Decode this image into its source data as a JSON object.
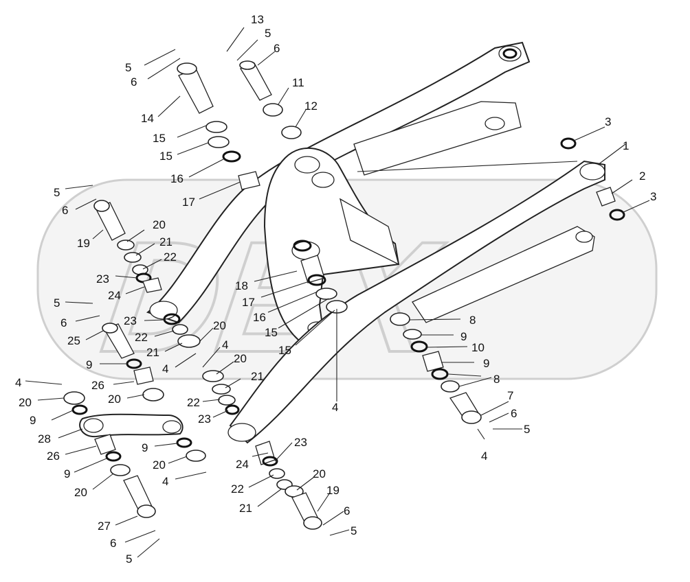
{
  "watermark": {
    "text": "DEX"
  },
  "callouts": [
    {
      "label": "5"
    },
    {
      "label": "6"
    },
    {
      "label": "13"
    },
    {
      "label": "5"
    },
    {
      "label": "6"
    },
    {
      "label": "11"
    },
    {
      "label": "12"
    },
    {
      "label": "14"
    },
    {
      "label": "15"
    },
    {
      "label": "15"
    },
    {
      "label": "16"
    },
    {
      "label": "17"
    },
    {
      "label": "3"
    },
    {
      "label": "1"
    },
    {
      "label": "2"
    },
    {
      "label": "3"
    },
    {
      "label": "5"
    },
    {
      "label": "6"
    },
    {
      "label": "19"
    },
    {
      "label": "20"
    },
    {
      "label": "21"
    },
    {
      "label": "22"
    },
    {
      "label": "23"
    },
    {
      "label": "24"
    },
    {
      "label": "18"
    },
    {
      "label": "17"
    },
    {
      "label": "16"
    },
    {
      "label": "15"
    },
    {
      "label": "15"
    },
    {
      "label": "5"
    },
    {
      "label": "6"
    },
    {
      "label": "25"
    },
    {
      "label": "23"
    },
    {
      "label": "22"
    },
    {
      "label": "21"
    },
    {
      "label": "20"
    },
    {
      "label": "4"
    },
    {
      "label": "4"
    },
    {
      "label": "20"
    },
    {
      "label": "21"
    },
    {
      "label": "9"
    },
    {
      "label": "26"
    },
    {
      "label": "4"
    },
    {
      "label": "20"
    },
    {
      "label": "20"
    },
    {
      "label": "9"
    },
    {
      "label": "28"
    },
    {
      "label": "26"
    },
    {
      "label": "9"
    },
    {
      "label": "20"
    },
    {
      "label": "22"
    },
    {
      "label": "23"
    },
    {
      "label": "9"
    },
    {
      "label": "20"
    },
    {
      "label": "4"
    },
    {
      "label": "4"
    },
    {
      "label": "8"
    },
    {
      "label": "9"
    },
    {
      "label": "10"
    },
    {
      "label": "9"
    },
    {
      "label": "8"
    },
    {
      "label": "7"
    },
    {
      "label": "6"
    },
    {
      "label": "5"
    },
    {
      "label": "4"
    },
    {
      "label": "24"
    },
    {
      "label": "23"
    },
    {
      "label": "22"
    },
    {
      "label": "21"
    },
    {
      "label": "20"
    },
    {
      "label": "19"
    },
    {
      "label": "6"
    },
    {
      "label": "5"
    },
    {
      "label": "27"
    },
    {
      "label": "6"
    },
    {
      "label": "5"
    }
  ]
}
